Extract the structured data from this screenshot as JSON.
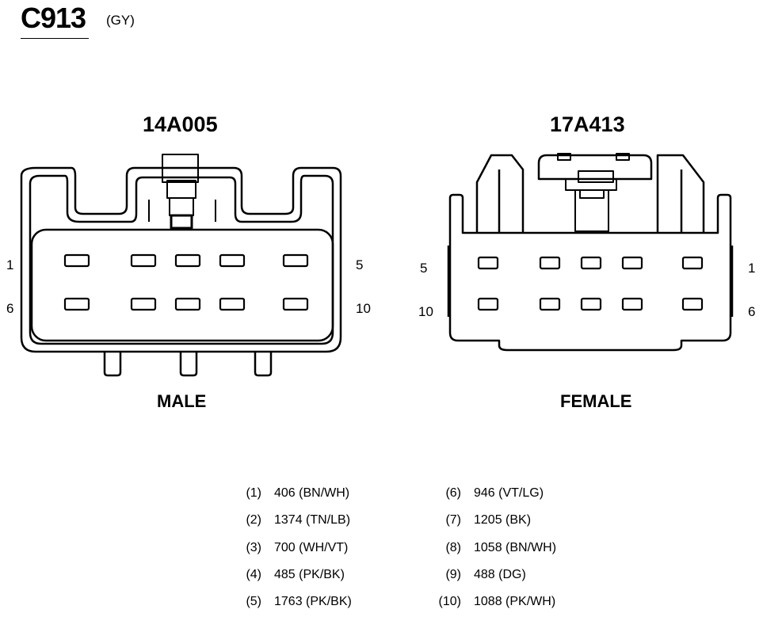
{
  "connector": {
    "id": "C913",
    "color_code": "(GY)"
  },
  "male": {
    "part_number": "14A005",
    "label": "MALE",
    "pin_labels": {
      "top_left": "1",
      "top_right": "5",
      "bottom_left": "6",
      "bottom_right": "10"
    }
  },
  "female": {
    "part_number": "17A413",
    "label": "FEMALE",
    "pin_labels": {
      "top_left": "5",
      "top_right": "1",
      "bottom_left": "10",
      "bottom_right": "6"
    }
  },
  "pinout": [
    {
      "num": "(1)",
      "desc": "406 (BN/WH)"
    },
    {
      "num": "(2)",
      "desc": "1374 (TN/LB)"
    },
    {
      "num": "(3)",
      "desc": "700 (WH/VT)"
    },
    {
      "num": "(4)",
      "desc": "485 (PK/BK)"
    },
    {
      "num": "(5)",
      "desc": "1763 (PK/BK)"
    },
    {
      "num": "(6)",
      "desc": "946 (VT/LG)"
    },
    {
      "num": "(7)",
      "desc": "1205 (BK)"
    },
    {
      "num": "(8)",
      "desc": "1058 (BN/WH)"
    },
    {
      "num": "(9)",
      "desc": "488 (DG)"
    },
    {
      "num": "(10)",
      "desc": "1088 (PK/WH)"
    }
  ]
}
